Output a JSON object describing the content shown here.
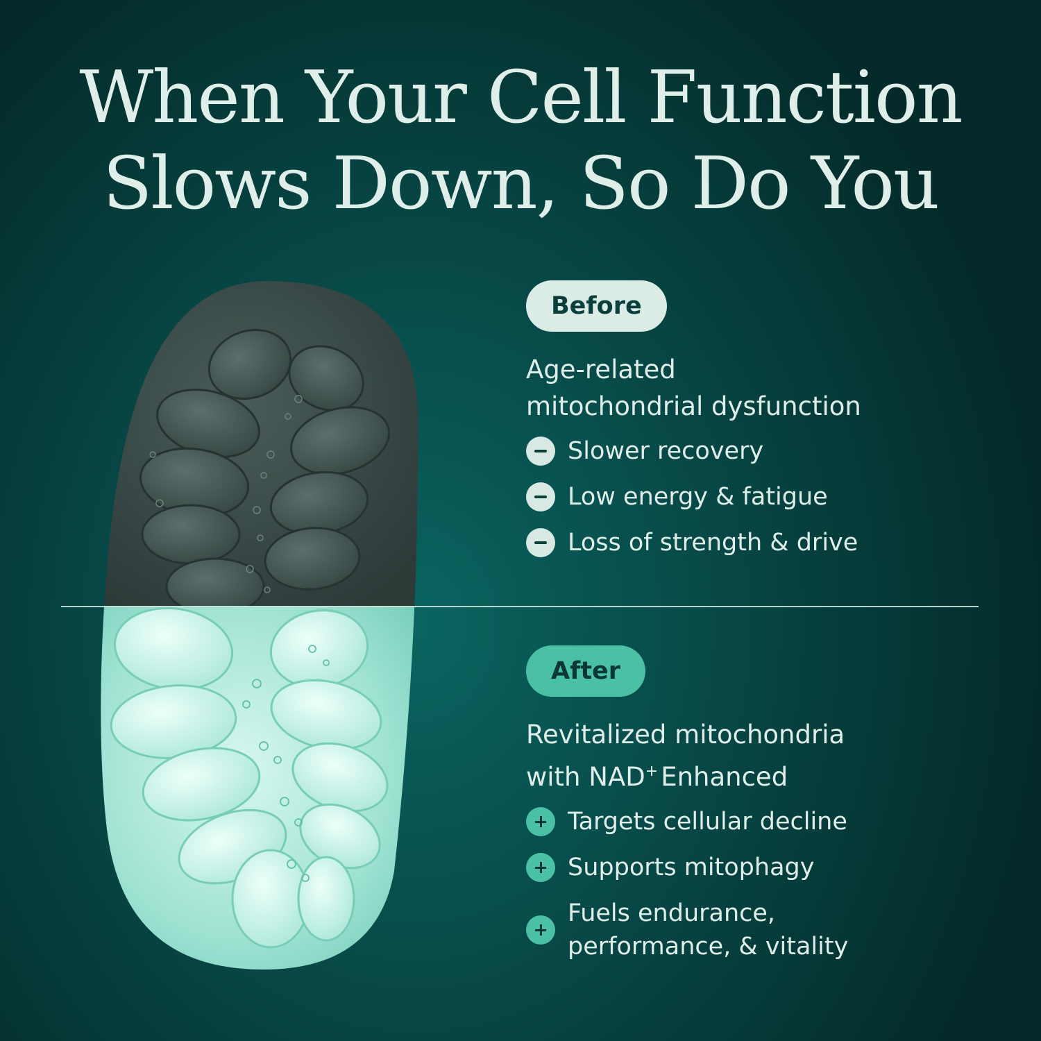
{
  "headline": {
    "line1": "When Your Cell Function",
    "line2": "Slows Down, So Do You"
  },
  "before": {
    "tag": "Before",
    "description_line1": "Age-related",
    "description_line2": "mitochondrial dysfunction",
    "items": [
      "Slower recovery",
      "Low energy & fatigue",
      "Loss of strength & drive"
    ]
  },
  "after": {
    "tag": "After",
    "description_line1": "Revitalized mitochondria",
    "description_line2_prefix": "with NAD",
    "description_superscript": "+",
    "description_line2_suffix": "Enhanced",
    "items": [
      "Targets cellular decline",
      "Supports mitophagy",
      "Fuels endurance, performance, & vitality"
    ]
  },
  "colors": {
    "background": "#084d4b",
    "text": "#dfeee8",
    "before_pill": "#dbece7",
    "after_pill": "#4ac1a5",
    "mito_before": "#3a4b48",
    "mito_after": "#b6ece0"
  },
  "illustration": {
    "icon": "mitochondrion-illustration"
  }
}
